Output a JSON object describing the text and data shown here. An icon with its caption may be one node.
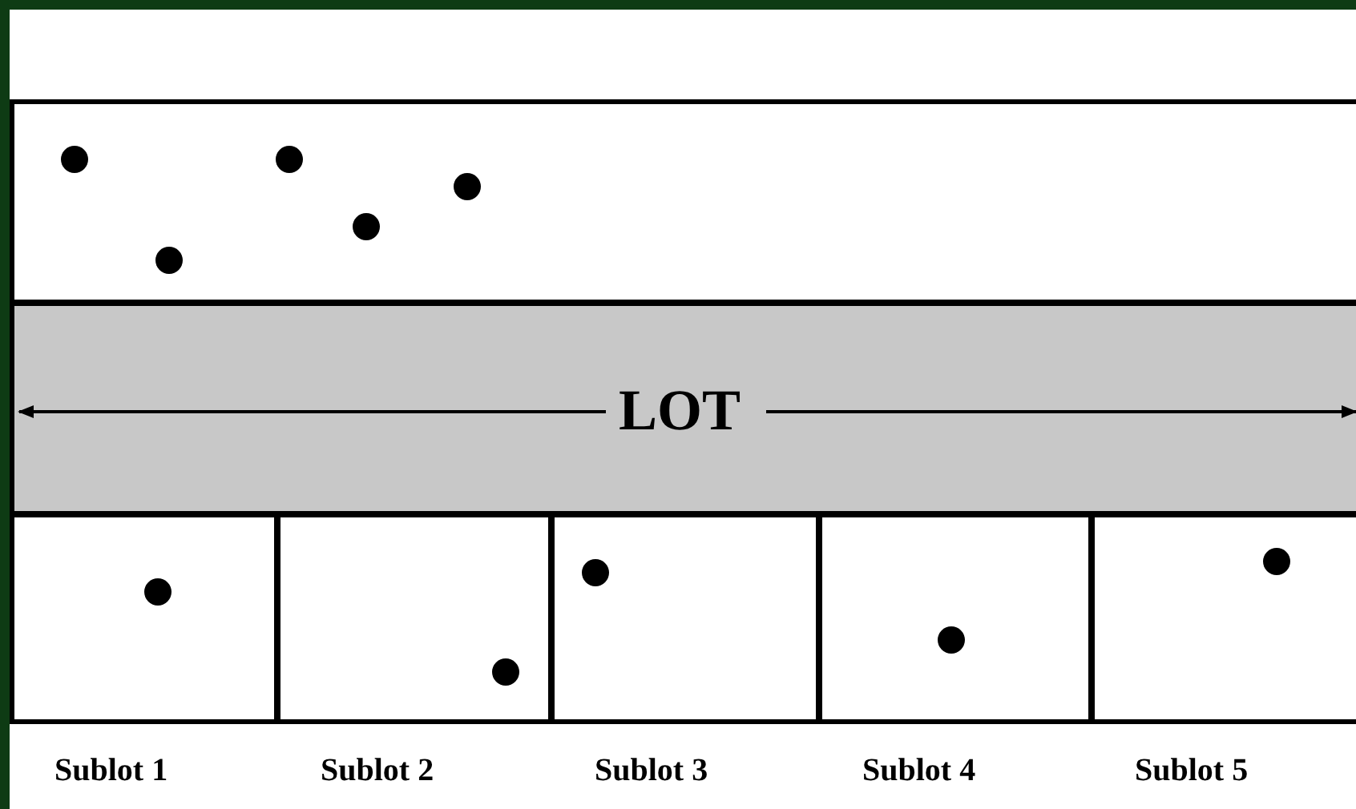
{
  "diagram": {
    "nodes": [
      {
        "text": [],
        "shape": "box"
      },
      {
        "text": [
          "LOT"
        ]
      },
      {
        "text": [
          "Sublot 1"
        ]
      },
      {
        "text": [
          "Sublot 2"
        ]
      },
      {
        "text": [
          "Sublot 3"
        ]
      },
      {
        "text": [
          "Sublot 4"
        ]
      },
      {
        "text": [
          "Sublot 5"
        ]
      }
    ]
  }
}
